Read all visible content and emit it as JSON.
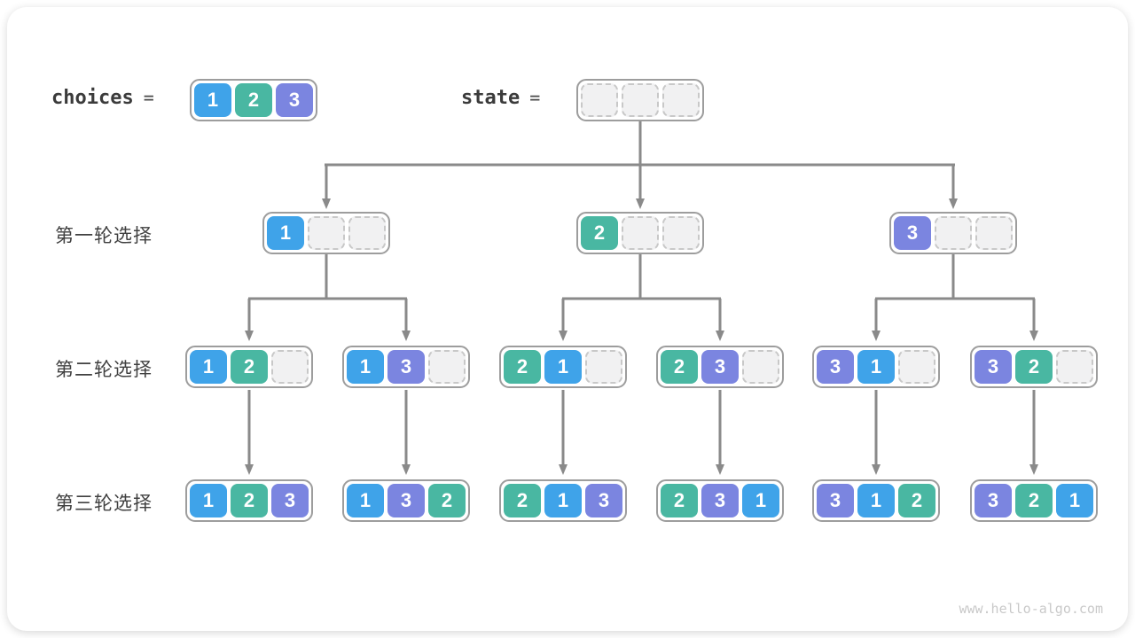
{
  "palette": {
    "blue": "#3fa3e9",
    "teal": "#49b7a2",
    "purple": "#7b85e0"
  },
  "header": {
    "choices_label": "choices",
    "state_label": "state",
    "eq": "=",
    "choices_cells": [
      "1",
      "2",
      "3"
    ],
    "state_cells": [
      "",
      "",
      ""
    ]
  },
  "rows": [
    {
      "label": "第一轮选择",
      "nodes": [
        {
          "cells": [
            "1",
            "",
            ""
          ]
        },
        {
          "cells": [
            "2",
            "",
            ""
          ]
        },
        {
          "cells": [
            "3",
            "",
            ""
          ]
        }
      ]
    },
    {
      "label": "第二轮选择",
      "nodes": [
        {
          "cells": [
            "1",
            "2",
            ""
          ]
        },
        {
          "cells": [
            "1",
            "3",
            ""
          ]
        },
        {
          "cells": [
            "2",
            "1",
            ""
          ]
        },
        {
          "cells": [
            "2",
            "3",
            ""
          ]
        },
        {
          "cells": [
            "3",
            "1",
            ""
          ]
        },
        {
          "cells": [
            "3",
            "2",
            ""
          ]
        }
      ]
    },
    {
      "label": "第三轮选择",
      "nodes": [
        {
          "cells": [
            "1",
            "2",
            "3"
          ]
        },
        {
          "cells": [
            "1",
            "3",
            "2"
          ]
        },
        {
          "cells": [
            "2",
            "1",
            "3"
          ]
        },
        {
          "cells": [
            "2",
            "3",
            "1"
          ]
        },
        {
          "cells": [
            "3",
            "1",
            "2"
          ]
        },
        {
          "cells": [
            "3",
            "2",
            "1"
          ]
        }
      ]
    }
  ],
  "watermark": "www.hello-algo.com"
}
